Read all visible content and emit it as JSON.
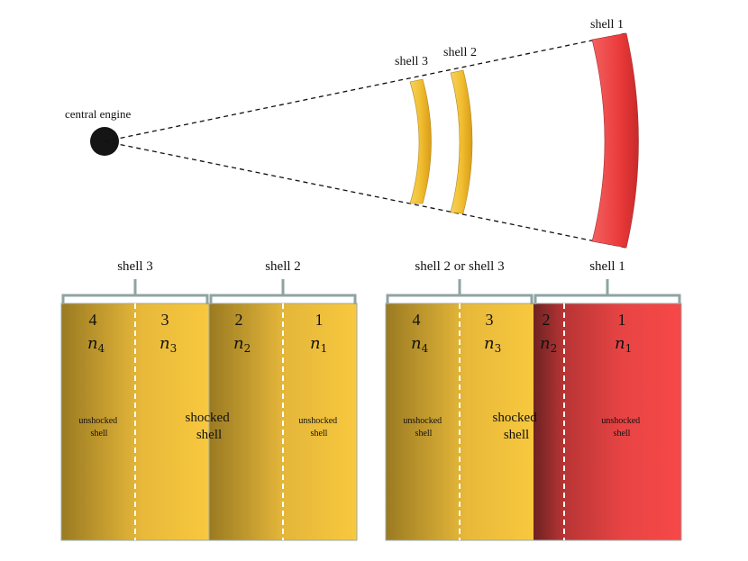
{
  "top": {
    "engine_label": "central engine",
    "shell_labels": [
      "shell 3",
      "shell 2",
      "shell 1"
    ]
  },
  "panel_left": {
    "bracket_labels": [
      "shell 3",
      "shell 2"
    ],
    "regions": [
      {
        "num": "4",
        "n": "n",
        "sub": "4"
      },
      {
        "num": "3",
        "n": "n",
        "sub": "3"
      },
      {
        "num": "2",
        "n": "n",
        "sub": "2"
      },
      {
        "num": "1",
        "n": "n",
        "sub": "1"
      }
    ],
    "unshocked_left": [
      "unshocked",
      "shell"
    ],
    "shocked": [
      "shocked",
      "shell"
    ],
    "unshocked_right": [
      "unshocked",
      "shell"
    ]
  },
  "panel_right": {
    "bracket_labels": [
      "shell 2 or shell 3",
      "shell 1"
    ],
    "regions": [
      {
        "num": "4",
        "n": "n",
        "sub": "4"
      },
      {
        "num": "3",
        "n": "n",
        "sub": "3"
      },
      {
        "num": "2",
        "n": "n",
        "sub": "2"
      },
      {
        "num": "1",
        "n": "n",
        "sub": "1"
      }
    ],
    "unshocked_left": [
      "unshocked",
      "shell"
    ],
    "shocked": [
      "shocked",
      "shell"
    ],
    "unshocked_right": [
      "unshocked",
      "shell"
    ]
  },
  "colors": {
    "yellow": "#f8c83e",
    "yellow_dark": "#9a7a22",
    "red": "#f74848",
    "red_dark": "#8e2a2a",
    "engine": "#151515",
    "bracket": "#8fa3a3"
  }
}
